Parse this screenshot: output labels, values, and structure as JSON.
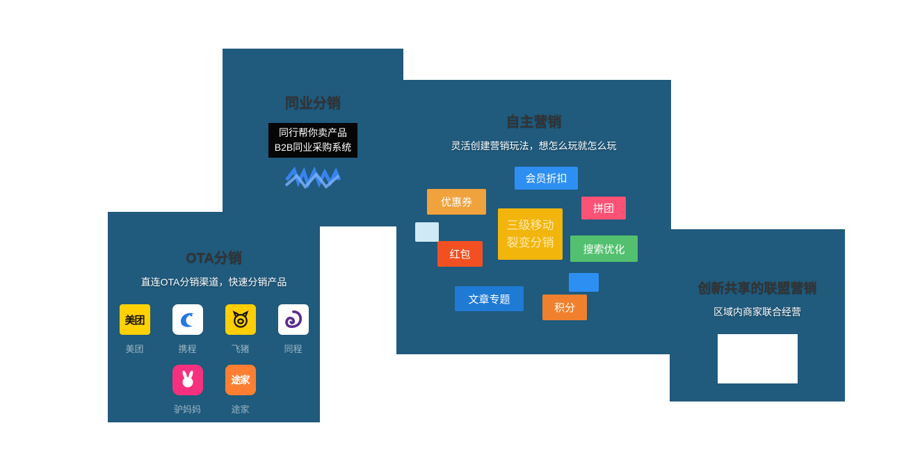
{
  "page": {
    "background": "#ffffff",
    "panel_bg": "#205a7c"
  },
  "peer_panel": {
    "title": "同业分销",
    "line1": "同行帮你卖产品",
    "line2": "B2B同业采购系统",
    "scribble_color": "#3b86f7"
  },
  "marketing_panel": {
    "title": "自主营销",
    "subtitle": "灵活创建营销玩法，想怎么玩就怎么玩",
    "chips": [
      {
        "label": "会员折扣",
        "color": "#2e8ff2"
      },
      {
        "label": "优惠券",
        "color": "#f0a23c"
      },
      {
        "label": "拼团",
        "color": "#fb5276"
      },
      {
        "label": "三级移动裂变分销",
        "label_line1": "三级移动",
        "label_line2": "裂变分销",
        "color": "#f2b50c"
      },
      {
        "label": "红包",
        "color": "#f25022"
      },
      {
        "label": "搜索优化",
        "color": "#53c06f"
      },
      {
        "label": "文章专题",
        "color": "#1f7ad4"
      },
      {
        "label": "积分",
        "color": "#f0802d"
      }
    ],
    "blank_blocks": [
      {
        "color": "#cfe9f7"
      },
      {
        "color": "#2e8ff2"
      }
    ]
  },
  "ota_panel": {
    "title": "OTA分销",
    "subtitle": "直连OTA分销渠道，快速分销产品",
    "channels": [
      {
        "name": "美团",
        "icon": "meituan-logo",
        "color": "#ffd100"
      },
      {
        "name": "携程",
        "icon": "ctrip-logo",
        "color": "#ffffff"
      },
      {
        "name": "飞猪",
        "icon": "fliggy-logo",
        "color": "#ffce00"
      },
      {
        "name": "同程",
        "icon": "tongcheng-logo",
        "color": "#ffffff"
      },
      {
        "name": "驴妈妈",
        "icon": "lvmama-logo",
        "color": "#f5317f"
      },
      {
        "name": "途家",
        "icon": "tujia-logo",
        "color": "#ff7f32"
      }
    ]
  },
  "alliance_panel": {
    "title": "创新共享的联盟营销",
    "subtitle": "区域内商家联合经营"
  }
}
